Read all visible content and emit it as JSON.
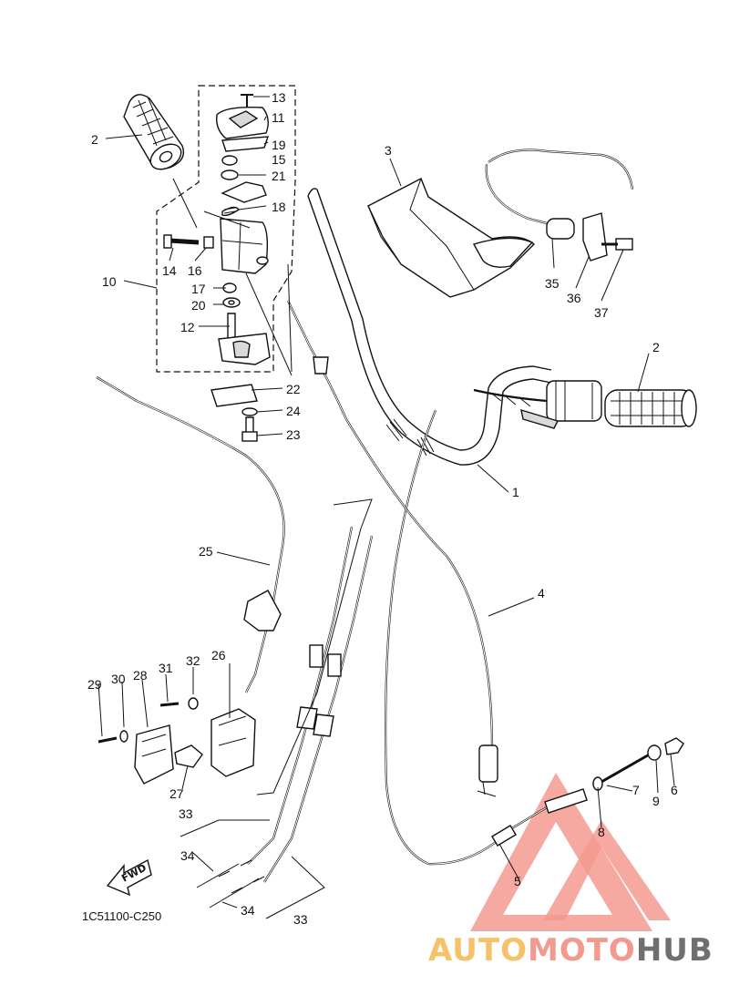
{
  "diagram": {
    "code": "1C51100-C250",
    "fwd_label": "FWD",
    "callouts": [
      {
        "id": "c1",
        "label": "1"
      },
      {
        "id": "c2a",
        "label": "2"
      },
      {
        "id": "c2b",
        "label": "2"
      },
      {
        "id": "c3",
        "label": "3"
      },
      {
        "id": "c4",
        "label": "4"
      },
      {
        "id": "c5",
        "label": "5"
      },
      {
        "id": "c6",
        "label": "6"
      },
      {
        "id": "c7",
        "label": "7"
      },
      {
        "id": "c8",
        "label": "8"
      },
      {
        "id": "c9",
        "label": "9"
      },
      {
        "id": "c10",
        "label": "10"
      },
      {
        "id": "c11",
        "label": "11"
      },
      {
        "id": "c12",
        "label": "12"
      },
      {
        "id": "c13",
        "label": "13"
      },
      {
        "id": "c14",
        "label": "14"
      },
      {
        "id": "c15",
        "label": "15"
      },
      {
        "id": "c16",
        "label": "16"
      },
      {
        "id": "c17",
        "label": "17"
      },
      {
        "id": "c18",
        "label": "18"
      },
      {
        "id": "c19",
        "label": "19"
      },
      {
        "id": "c20",
        "label": "20"
      },
      {
        "id": "c21",
        "label": "21"
      },
      {
        "id": "c22",
        "label": "22"
      },
      {
        "id": "c23",
        "label": "23"
      },
      {
        "id": "c24",
        "label": "24"
      },
      {
        "id": "c25",
        "label": "25"
      },
      {
        "id": "c26",
        "label": "26"
      },
      {
        "id": "c27",
        "label": "27"
      },
      {
        "id": "c28",
        "label": "28"
      },
      {
        "id": "c29",
        "label": "29"
      },
      {
        "id": "c30",
        "label": "30"
      },
      {
        "id": "c31",
        "label": "31"
      },
      {
        "id": "c32",
        "label": "32"
      },
      {
        "id": "c33a",
        "label": "33"
      },
      {
        "id": "c33b",
        "label": "33"
      },
      {
        "id": "c34a",
        "label": "34"
      },
      {
        "id": "c34b",
        "label": "34"
      },
      {
        "id": "c35",
        "label": "35"
      },
      {
        "id": "c36",
        "label": "36"
      },
      {
        "id": "c37",
        "label": "37"
      }
    ]
  },
  "watermark": {
    "brand_part1": "AUTO",
    "brand_part2": "MOTO",
    "brand_part3": "HUB",
    "color_primary": "#f39a8f",
    "color_secondary": "#f5c26b",
    "color_dark": "#6f6f6f"
  }
}
